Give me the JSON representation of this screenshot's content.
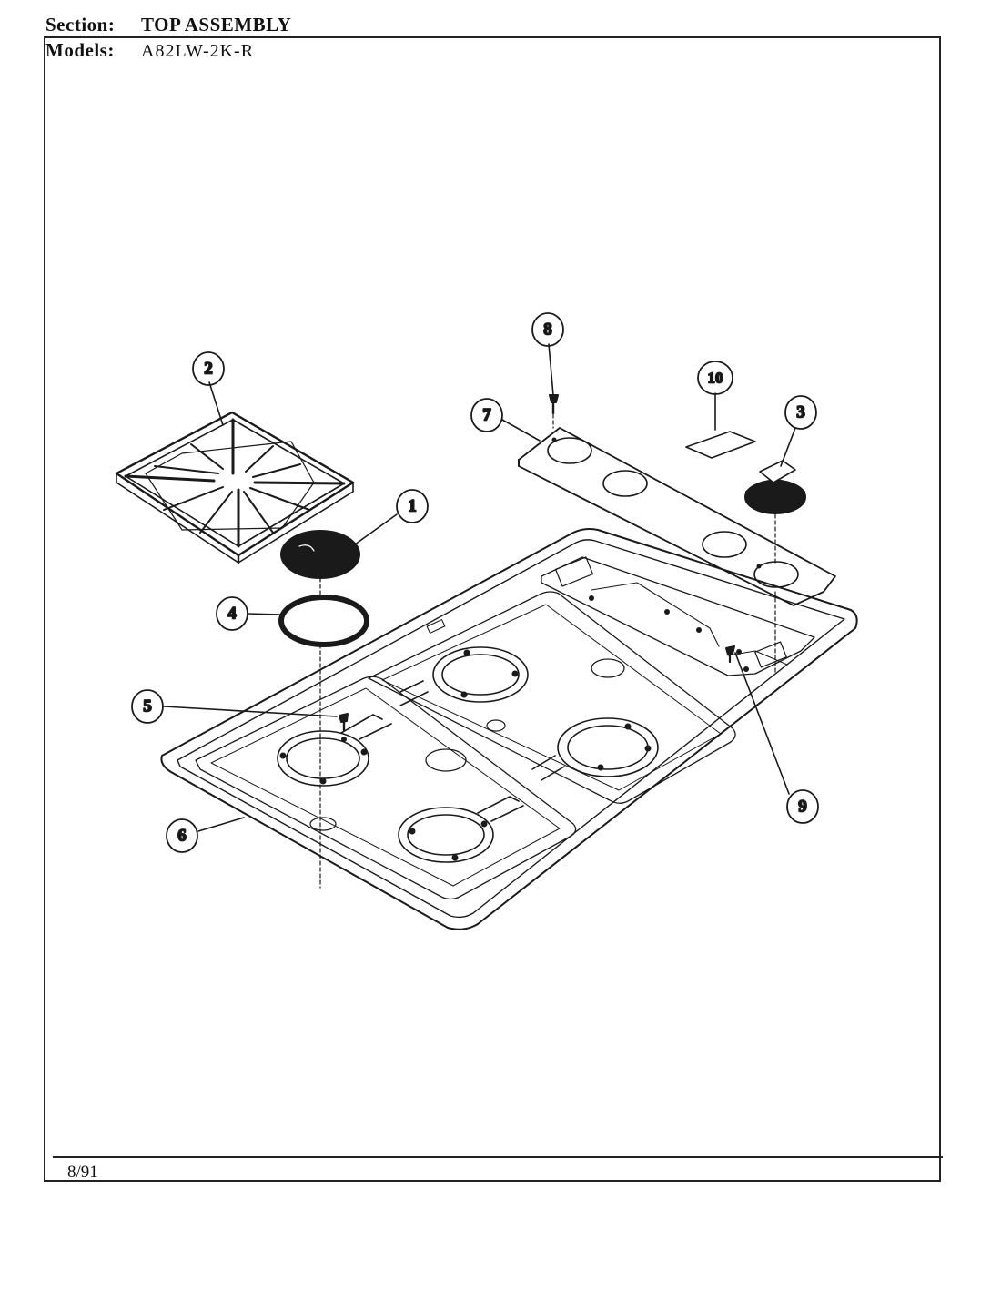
{
  "header": {
    "section_label": "Section:",
    "section_value": "TOP ASSEMBLY",
    "models_label": "Models:",
    "models_value": "A82LW-2K-R"
  },
  "footer": {
    "date": "8/91"
  },
  "callouts": [
    "1",
    "2",
    "3",
    "4",
    "5",
    "6",
    "7",
    "8",
    "9",
    "10"
  ]
}
